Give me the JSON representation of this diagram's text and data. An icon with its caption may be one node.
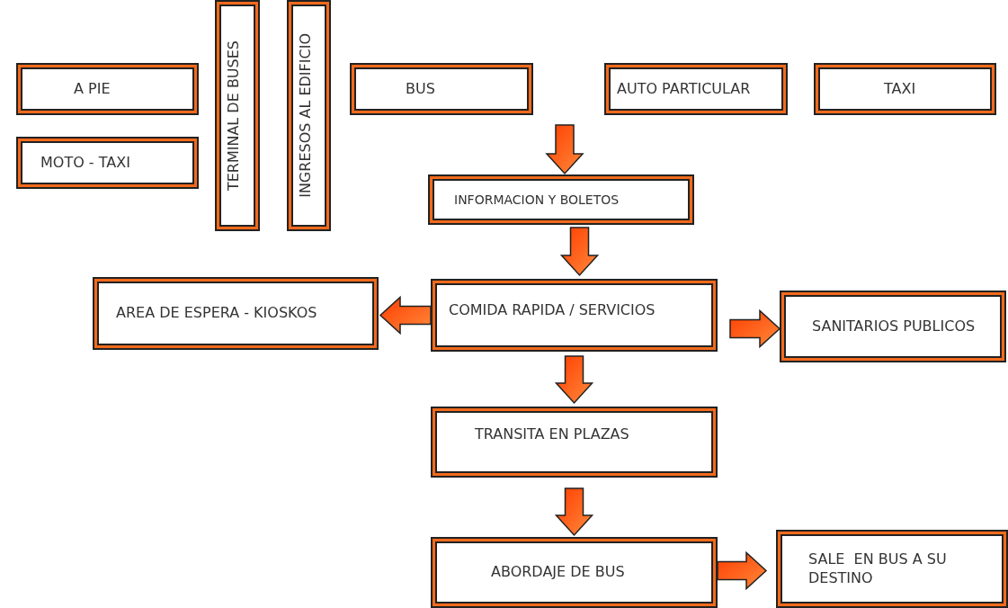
{
  "diagram": {
    "nodes": [
      {
        "text": [
          "A PIE"
        ]
      },
      {
        "text": [
          "MOTO - TAXI"
        ]
      },
      {
        "text": [
          "TERMINAL DE BUSES"
        ]
      },
      {
        "text": [
          "INGRESOS AL EDIFICIO"
        ]
      },
      {
        "text": [
          "BUS"
        ]
      },
      {
        "text": [
          "AUTO PARTICULAR"
        ]
      },
      {
        "text": [
          "TAXI"
        ]
      },
      {
        "text": [
          "INFORMACION Y BOLETOS"
        ]
      },
      {
        "text": [
          "COMIDA RAPIDA / SERVICIOS"
        ]
      },
      {
        "text": [
          "AREA DE ESPERA - KIOSKOS"
        ]
      },
      {
        "text": [
          "SANITARIOS PUBLICOS"
        ]
      },
      {
        "text": [
          "TRANSITA EN PLAZAS"
        ]
      },
      {
        "text": [
          "ABORDAJE DE BUS"
        ]
      },
      {
        "text": [
          "SALE  EN BUS A SU DESTINO"
        ]
      }
    ],
    "edges": [
      {
        "from": null,
        "to": 7,
        "arrow": "to"
      },
      {
        "from": 7,
        "to": 8,
        "arrow": "to"
      },
      {
        "from": 8,
        "to": 9,
        "arrow": "to"
      },
      {
        "from": 8,
        "to": 10,
        "arrow": "to"
      },
      {
        "from": 8,
        "to": 11,
        "arrow": "to"
      },
      {
        "from": 11,
        "to": 12,
        "arrow": "to"
      },
      {
        "from": 12,
        "to": 13,
        "arrow": "to"
      }
    ]
  }
}
